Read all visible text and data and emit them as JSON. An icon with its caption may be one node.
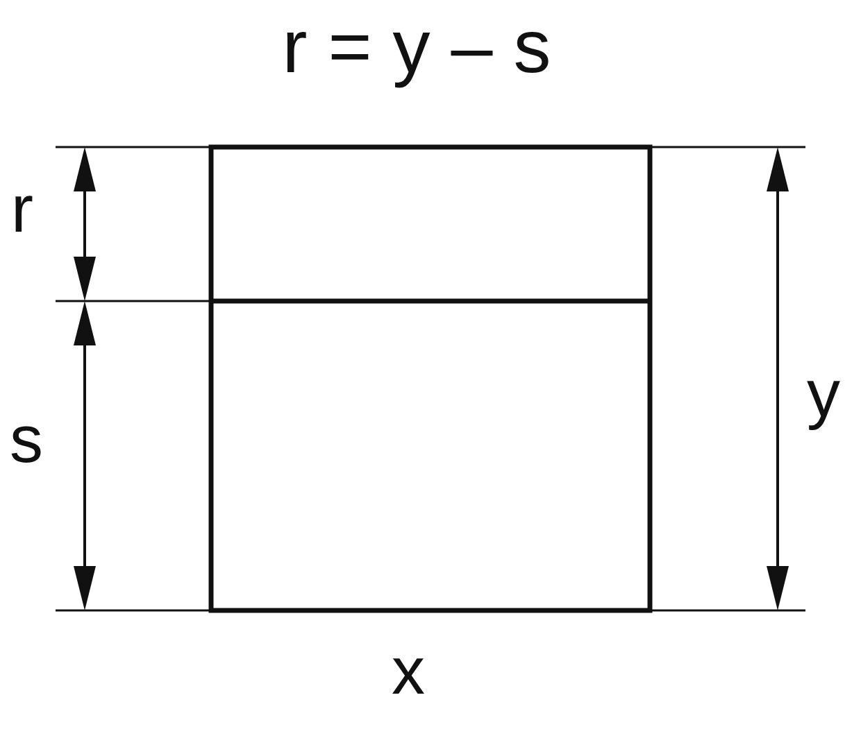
{
  "diagram": {
    "title": "r = y – s",
    "labels": [
      "r",
      "s",
      "y",
      "x"
    ]
  }
}
